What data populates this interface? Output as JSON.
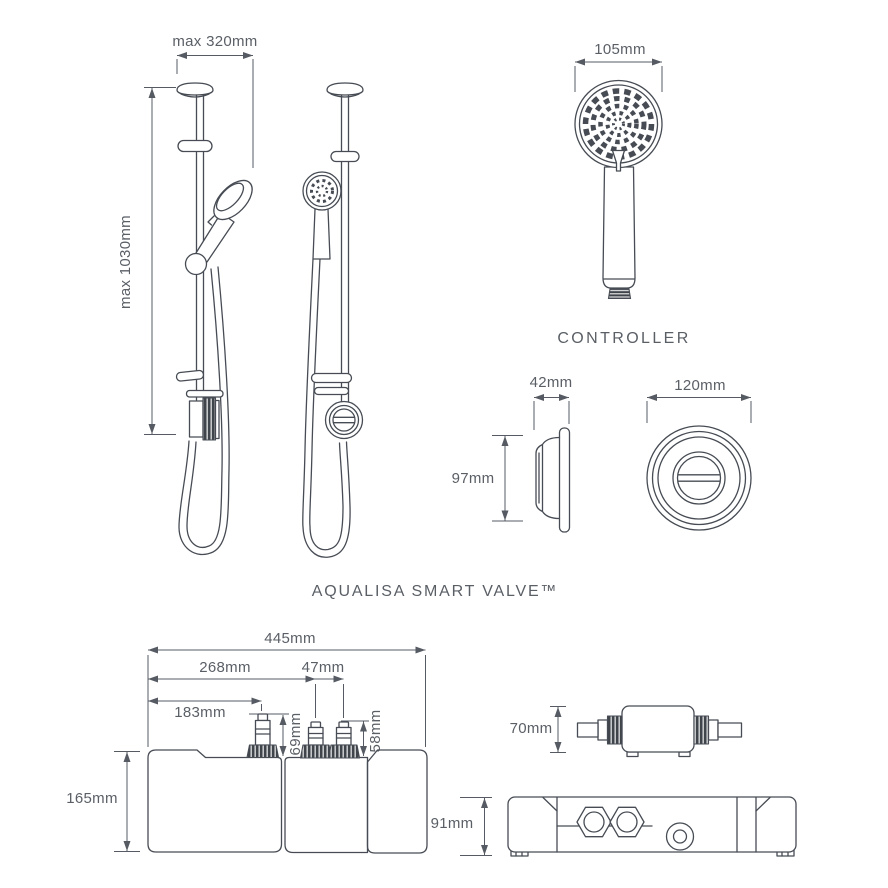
{
  "colors": {
    "background": "#ffffff",
    "line": "#474c54",
    "text": "#5a5f66",
    "dark_fill": "#40444b"
  },
  "rail_kit": {
    "max_width_label": "max 320mm",
    "max_height_label": "max 1030mm"
  },
  "handset": {
    "diameter_label": "105mm"
  },
  "controller": {
    "title": "CONTROLLER",
    "depth_label": "42mm",
    "height_label": "97mm",
    "diameter_label": "120mm"
  },
  "smart_valve": {
    "title": "AQUALISA SMART VALVE™",
    "total_width_label": "445mm",
    "port_span_label": "268mm",
    "port_gap_label": "47mm",
    "first_port_offset_label": "183mm",
    "tall_port_height_label": "69mm",
    "short_port_height_label": "58mm",
    "body_height_label": "165mm",
    "side_height_label": "70mm",
    "underside_height_label": "91mm"
  }
}
